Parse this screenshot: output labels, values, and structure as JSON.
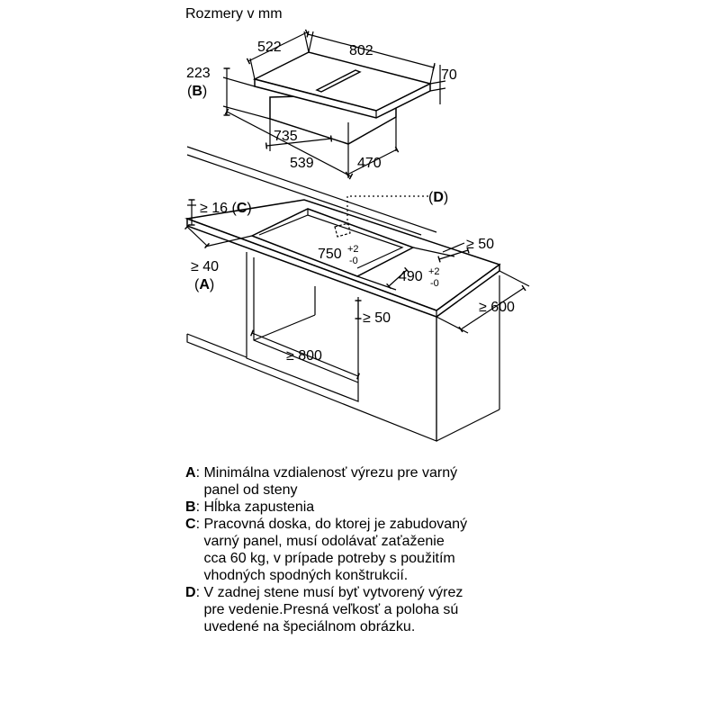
{
  "title": "Rozmery v mm",
  "dimensions": {
    "hob_depth": "522",
    "hob_width": "802",
    "hob_thickness": "70",
    "install_depth": "223",
    "install_depth_ref": "B",
    "body_width": "735",
    "body_depth_a": "539",
    "body_depth_b": "470",
    "counter_thickness": "≥ 16",
    "counter_ref": "C",
    "duct_ref": "D",
    "cutout_width": "750",
    "cutout_depth": "490",
    "tol_plus": "+2",
    "tol_minus": "-0",
    "wall_distance": "≥ 40",
    "wall_ref": "A",
    "back_gap": "≥ 50",
    "counter_depth": "≥ 600",
    "cabinet_gap": "≥ 50",
    "cabinet_width": "≥ 800"
  },
  "legend": [
    {
      "key": "A",
      "text": "Minimálna vzdialenosť výrezu pre varný\npanel od steny"
    },
    {
      "key": "B",
      "text": "Hĺbka zapustenia"
    },
    {
      "key": "C",
      "text": "Pracovná doska, do ktorej je zabudovaný\nvarný panel, musí odolávať zaťaženie\ncca 60 kg, v prípade potreby s použitím\nvhodných spodných konštrukcií."
    },
    {
      "key": "D",
      "text": "V zadnej stene musí byť vytvorený výrez\npre vedenie.Presná veľkosť a poloha sú\nuvedené na špeciálnom obrázku."
    }
  ]
}
